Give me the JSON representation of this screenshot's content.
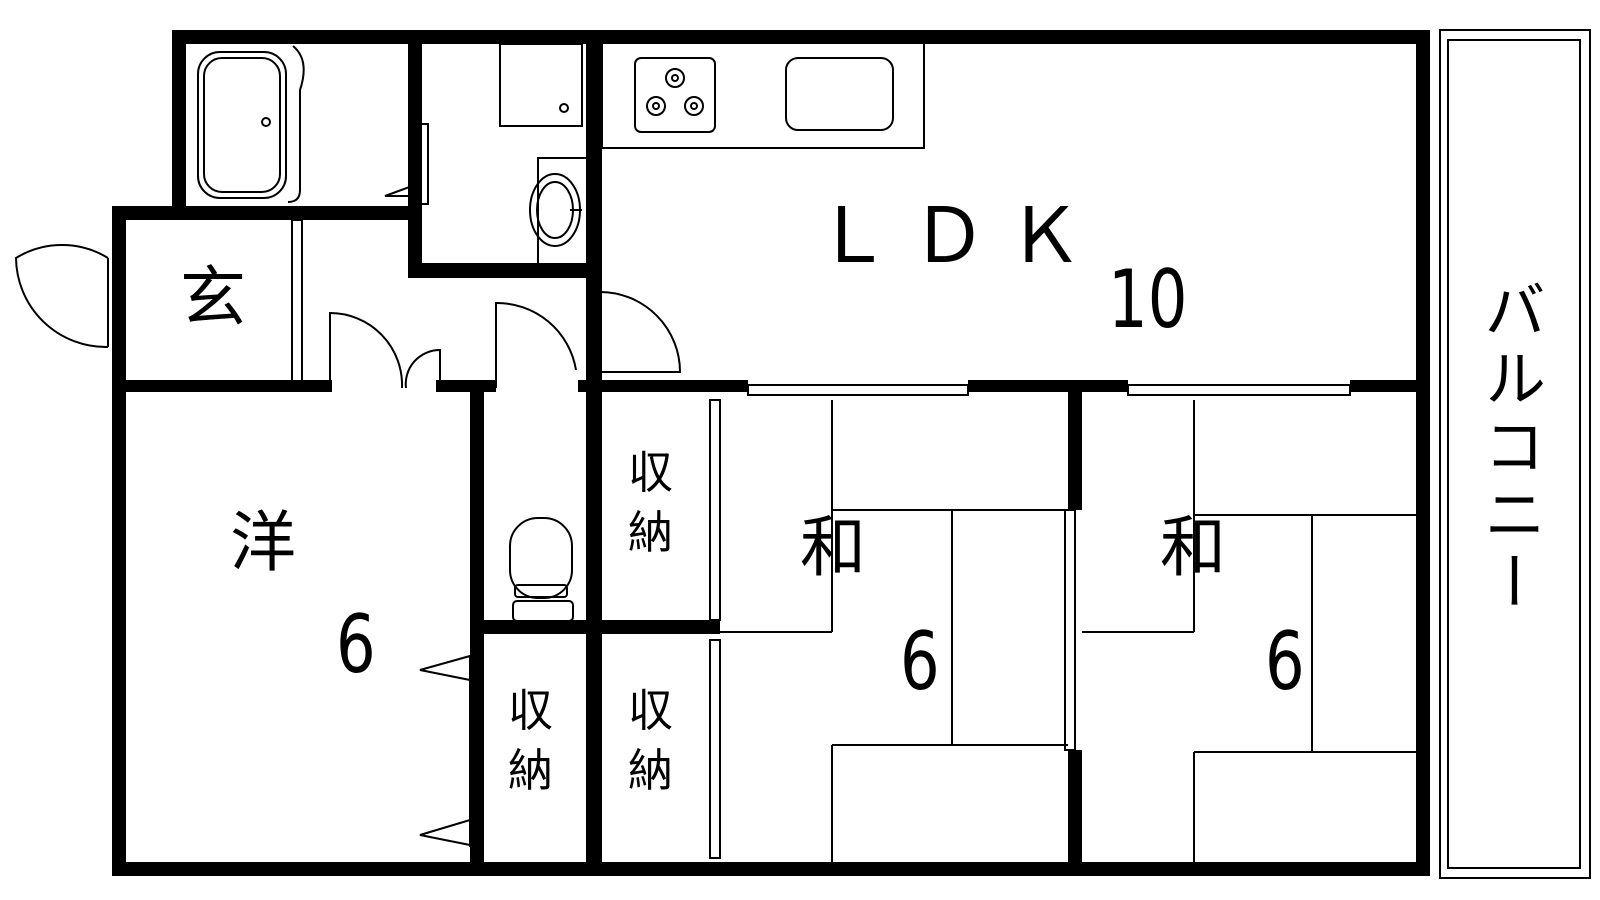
{
  "rooms": {
    "ldk": {
      "name": "ＬＤＫ",
      "size": "10"
    },
    "western": {
      "name": "洋",
      "size": "6"
    },
    "japanese_1": {
      "name": "和",
      "size": "6"
    },
    "japanese_2": {
      "name": "和",
      "size": "6"
    },
    "entrance": {
      "name": "玄"
    },
    "balcony": {
      "name": "バルコニー"
    },
    "storage_upper_mid": {
      "line1": "収",
      "line2": "納"
    },
    "storage_lower_left": {
      "line1": "収",
      "line2": "納"
    },
    "storage_lower_mid": {
      "line1": "収",
      "line2": "納"
    }
  },
  "colors": {
    "wall": "#000000",
    "background": "#ffffff"
  }
}
